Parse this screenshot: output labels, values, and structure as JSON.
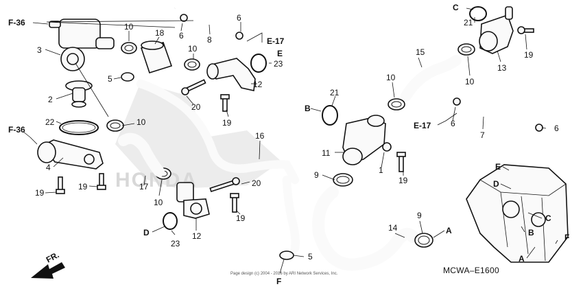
{
  "labels": [
    {
      "id": "l1",
      "text": "1"
    },
    {
      "id": "l2",
      "text": "2"
    },
    {
      "id": "l3",
      "text": "3"
    },
    {
      "id": "l4",
      "text": "4"
    },
    {
      "id": "l5a",
      "text": "5"
    },
    {
      "id": "l5b",
      "text": "5"
    },
    {
      "id": "l6a",
      "text": "6"
    },
    {
      "id": "l6b",
      "text": "6"
    },
    {
      "id": "l6c",
      "text": "6"
    },
    {
      "id": "l6d",
      "text": "6"
    },
    {
      "id": "l7",
      "text": "7"
    },
    {
      "id": "l8",
      "text": "8"
    },
    {
      "id": "l9a",
      "text": "9"
    },
    {
      "id": "l9b",
      "text": "9"
    },
    {
      "id": "l10a",
      "text": "10"
    },
    {
      "id": "l10b",
      "text": "10"
    },
    {
      "id": "l10c",
      "text": "10"
    },
    {
      "id": "l10d",
      "text": "10"
    },
    {
      "id": "l10e",
      "text": "10"
    },
    {
      "id": "l10f",
      "text": "10"
    },
    {
      "id": "l11",
      "text": "11"
    },
    {
      "id": "l12a",
      "text": "12"
    },
    {
      "id": "l12b",
      "text": "12"
    },
    {
      "id": "l13",
      "text": "13"
    },
    {
      "id": "l14",
      "text": "14"
    },
    {
      "id": "l15",
      "text": "15"
    },
    {
      "id": "l16",
      "text": "16"
    },
    {
      "id": "l17",
      "text": "17"
    },
    {
      "id": "l18",
      "text": "18"
    },
    {
      "id": "l19a",
      "text": "19"
    },
    {
      "id": "l19b",
      "text": "19"
    },
    {
      "id": "l19c",
      "text": "19"
    },
    {
      "id": "l19d",
      "text": "19"
    },
    {
      "id": "l19e",
      "text": "19"
    },
    {
      "id": "l19f",
      "text": "19"
    },
    {
      "id": "l20a",
      "text": "20"
    },
    {
      "id": "l20b",
      "text": "20"
    },
    {
      "id": "l21a",
      "text": "21"
    },
    {
      "id": "l21b",
      "text": "21"
    },
    {
      "id": "l22",
      "text": "22"
    },
    {
      "id": "l23a",
      "text": "23"
    },
    {
      "id": "l23b",
      "text": "23"
    }
  ],
  "refs": [
    {
      "id": "rF36a",
      "text": "F-36"
    },
    {
      "id": "rF36b",
      "text": "F-36"
    },
    {
      "id": "rE17a",
      "text": "E-17"
    },
    {
      "id": "rE17b",
      "text": "E-17"
    },
    {
      "id": "rE",
      "text": "E"
    },
    {
      "id": "rC",
      "text": "C"
    },
    {
      "id": "rB",
      "text": "B"
    },
    {
      "id": "rD",
      "text": "D"
    },
    {
      "id": "rA",
      "text": "A"
    },
    {
      "id": "rF",
      "text": "F"
    },
    {
      "id": "eE",
      "text": "E"
    },
    {
      "id": "eD",
      "text": "D"
    },
    {
      "id": "eC",
      "text": "C"
    },
    {
      "id": "eB",
      "text": "B"
    },
    {
      "id": "eA",
      "text": "A"
    },
    {
      "id": "eF",
      "text": "F"
    }
  ],
  "diagram_code": "MCWA–E1600",
  "front_label": "FR.",
  "watermark": "HONDA",
  "copyright": "Page design (c) 2004 - 2016 by ARI Network Services, Inc."
}
